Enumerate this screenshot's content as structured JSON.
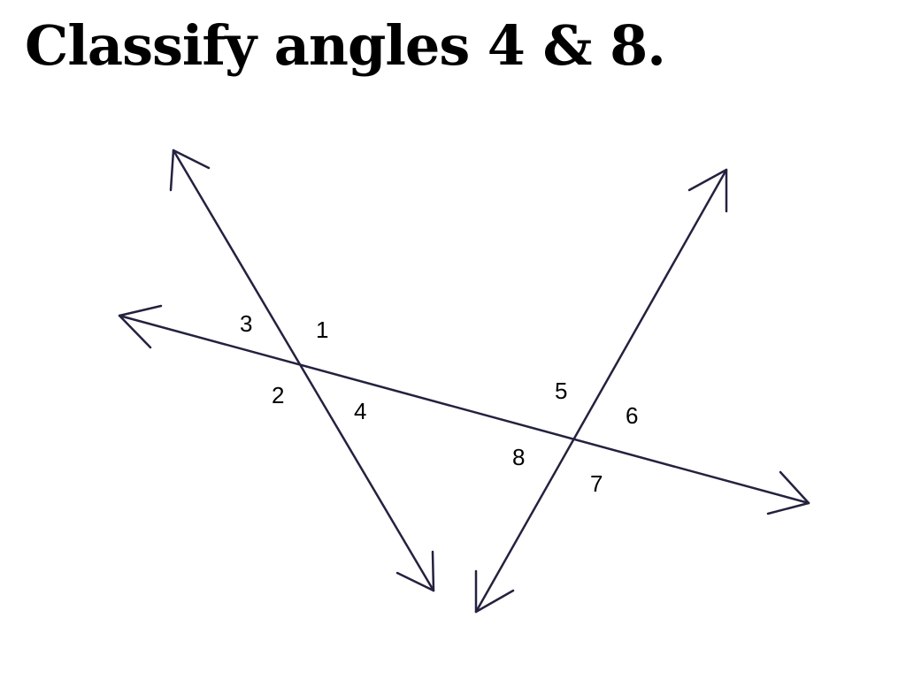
{
  "title": "Classify angles 4 & 8.",
  "colors": {
    "line": "#23223f",
    "text": "#000000",
    "background": "#ffffff"
  },
  "diagram": {
    "angle_labels": {
      "a1": "1",
      "a2": "2",
      "a3": "3",
      "a4": "4",
      "a5": "5",
      "a6": "6",
      "a7": "7",
      "a8": "8"
    }
  }
}
